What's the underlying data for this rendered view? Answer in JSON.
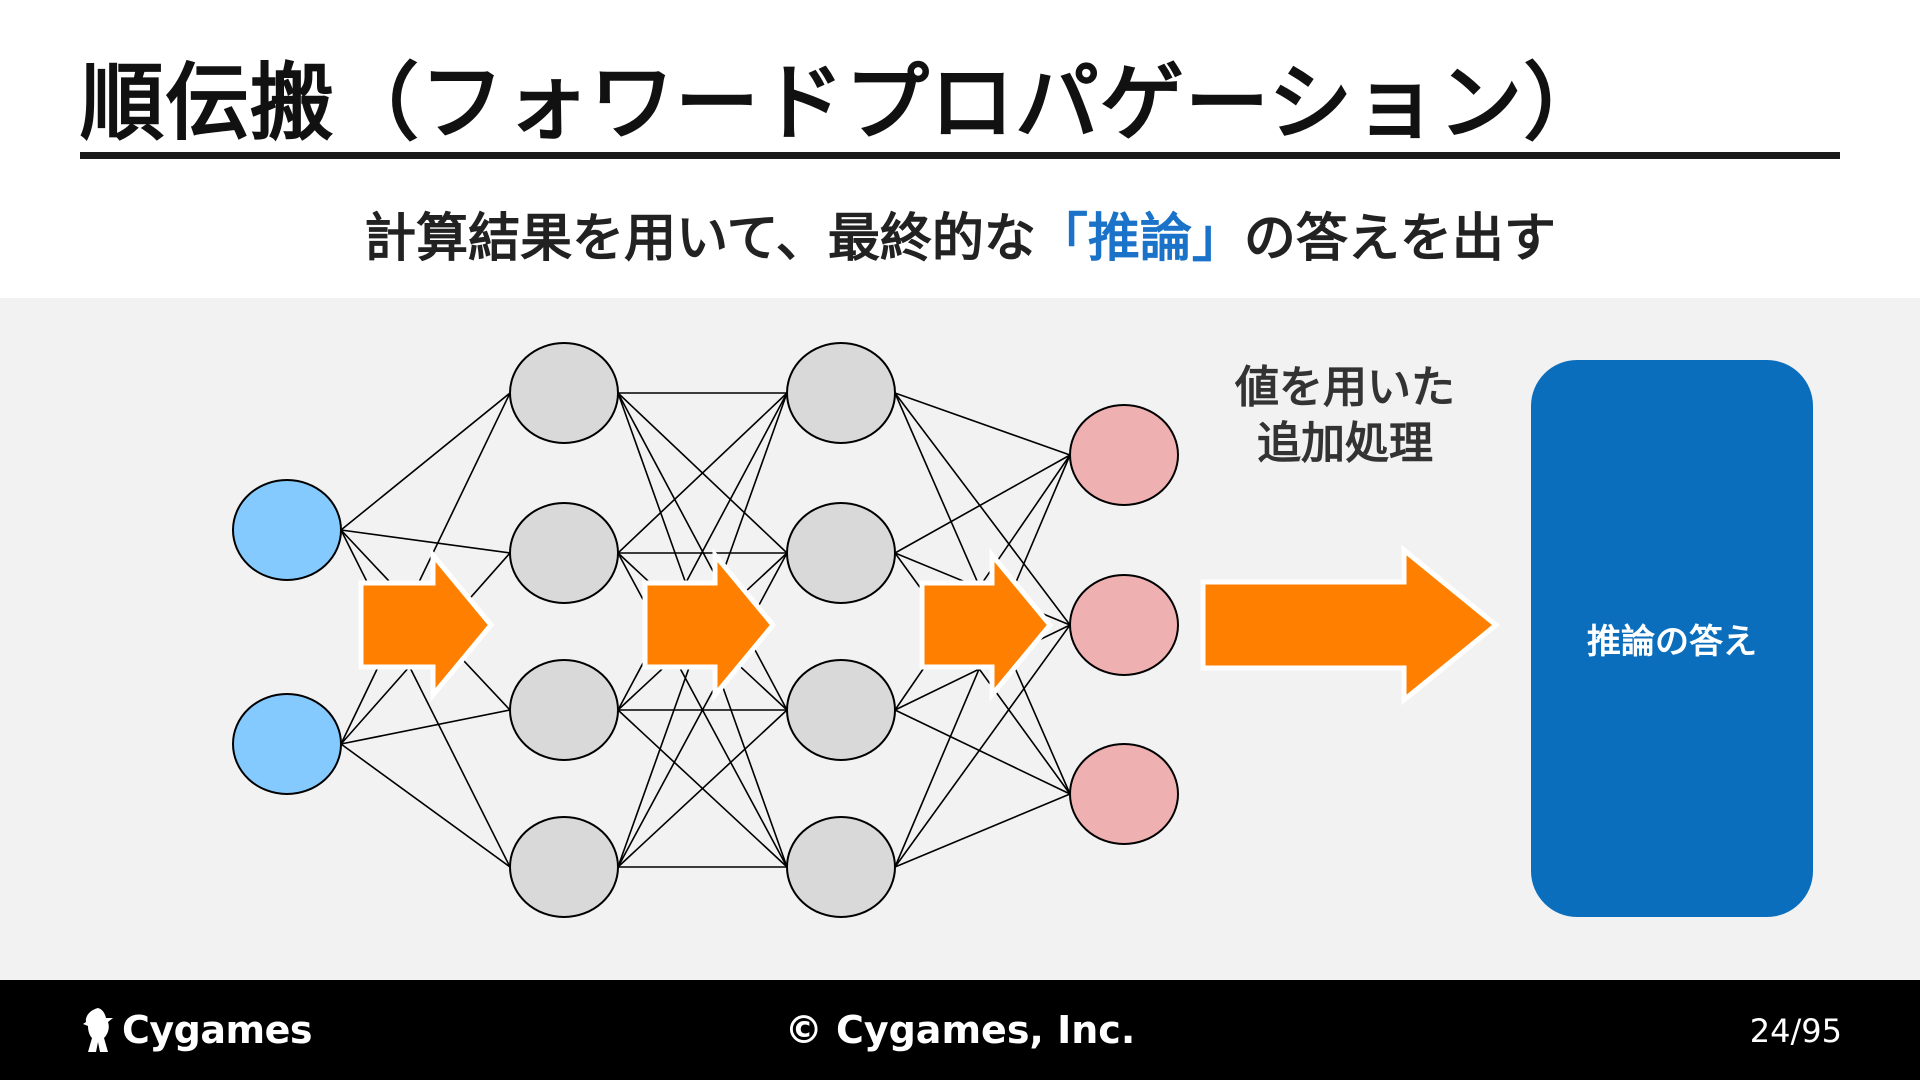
{
  "slide": {
    "title": "順伝搬（フォワードプロパゲーション）",
    "subtitle_before": "計算結果を用いて、最終的な",
    "subtitle_highlight": "「推論」",
    "subtitle_after": "の答えを出す"
  },
  "diagram": {
    "note_line1": "値を用いた",
    "note_line2": "追加処理",
    "answer_label": "推論の答え",
    "layers": [
      2,
      4,
      4,
      3
    ],
    "colors": {
      "input": "#85caff",
      "hidden": "#d9d9d9",
      "output": "#eeb0b0",
      "arrow": "#ff8000",
      "answer_box": "#0a6ebd",
      "highlight": "#1a73c8"
    }
  },
  "footer": {
    "logo": "Cygames",
    "copyright": "© Cygames, Inc.",
    "page": "24/95"
  }
}
